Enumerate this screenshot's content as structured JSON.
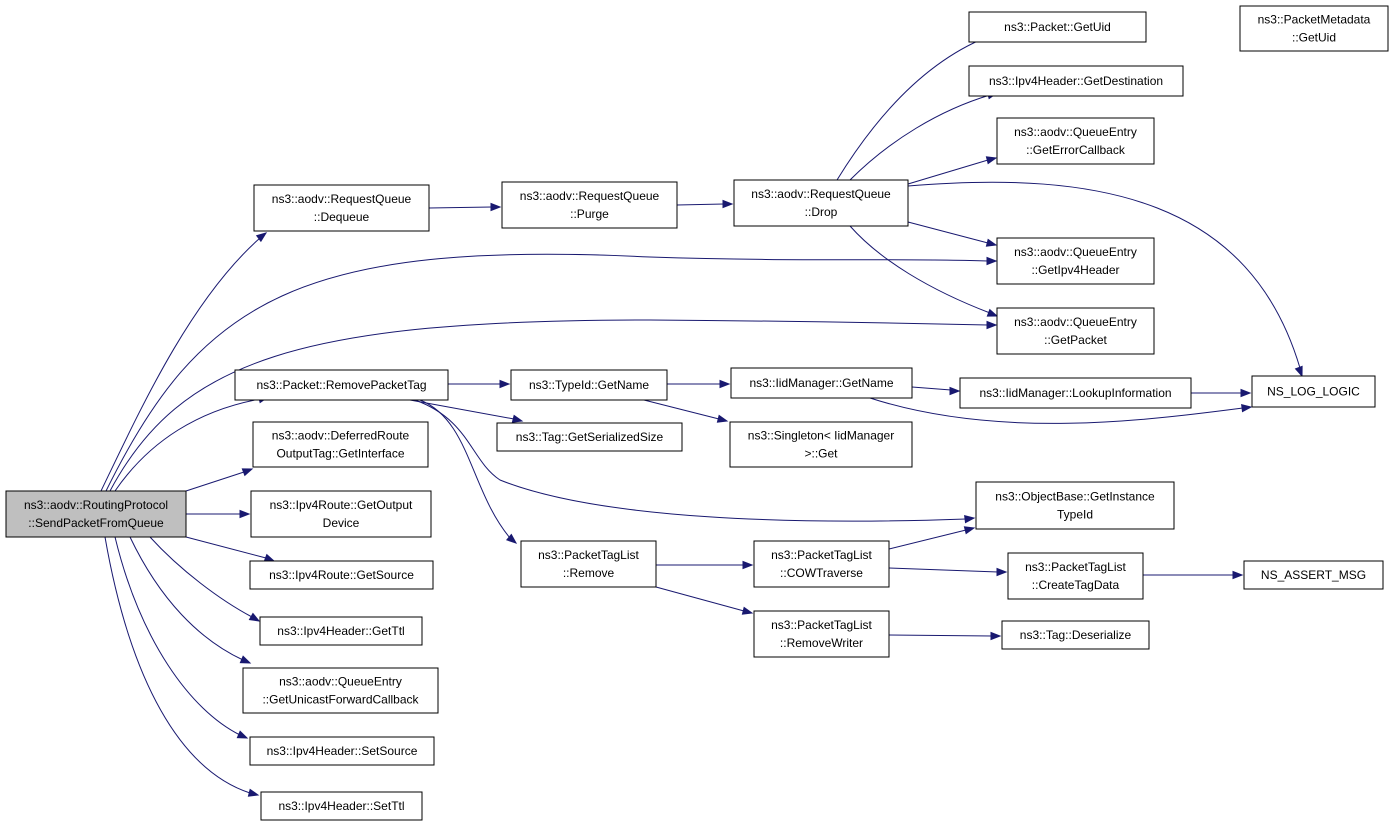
{
  "diagram": {
    "type": "call-graph",
    "colors": {
      "edge": "#191970",
      "node_border": "#000000",
      "root_fill": "#bfbfbf",
      "node_fill": "#ffffff"
    },
    "nodes": {
      "root": [
        "ns3::aodv::RoutingProtocol",
        "::SendPacketFromQueue"
      ],
      "rq_dequeue": [
        "ns3::aodv::RequestQueue",
        "::Dequeue"
      ],
      "rq_purge": [
        "ns3::aodv::RequestQueue",
        "::Purge"
      ],
      "rq_drop": [
        "ns3::aodv::RequestQueue",
        "::Drop"
      ],
      "pkt_getuid": [
        "ns3::Packet::GetUid"
      ],
      "pm_getuid": [
        "ns3::PacketMetadata",
        "::GetUid"
      ],
      "ipv4h_getdest": [
        "ns3::Ipv4Header::GetDestination"
      ],
      "qe_geterrcb": [
        "ns3::aodv::QueueEntry",
        "::GetErrorCallback"
      ],
      "qe_getipv4h": [
        "ns3::aodv::QueueEntry",
        "::GetIpv4Header"
      ],
      "qe_getpacket": [
        "ns3::aodv::QueueEntry",
        "::GetPacket"
      ],
      "ns_log_logic": [
        "NS_LOG_LOGIC"
      ],
      "pkt_removetag": [
        "ns3::Packet::RemovePacketTag"
      ],
      "typeid_getname": [
        "ns3::TypeId::GetName"
      ],
      "iid_getname": [
        "ns3::IidManager::GetName"
      ],
      "iid_lookup": [
        "ns3::IidManager::LookupInformation"
      ],
      "tag_getsersize": [
        "ns3::Tag::GetSerializedSize"
      ],
      "singleton_get": [
        "ns3::Singleton< IidManager",
        ">::Get"
      ],
      "drot_getif": [
        "ns3::aodv::DeferredRoute",
        "OutputTag::GetInterface"
      ],
      "objbase_getinst": [
        "ns3::ObjectBase::GetInstance",
        "TypeId"
      ],
      "route_getoutdev": [
        "ns3::Ipv4Route::GetOutput",
        "Device"
      ],
      "ptl_remove": [
        "ns3::PacketTagList",
        "::Remove"
      ],
      "ptl_cow": [
        "ns3::PacketTagList",
        "::COWTraverse"
      ],
      "ptl_createtag": [
        "ns3::PacketTagList",
        "::CreateTagData"
      ],
      "ns_assert_msg": [
        "NS_ASSERT_MSG"
      ],
      "route_getsource": [
        "ns3::Ipv4Route::GetSource"
      ],
      "ptl_removewriter": [
        "ns3::PacketTagList",
        "::RemoveWriter"
      ],
      "tag_deserialize": [
        "ns3::Tag::Deserialize"
      ],
      "ipv4h_getttl": [
        "ns3::Ipv4Header::GetTtl"
      ],
      "qe_getucfcb": [
        "ns3::aodv::QueueEntry",
        "::GetUnicastForwardCallback"
      ],
      "ipv4h_setsource": [
        "ns3::Ipv4Header::SetSource"
      ],
      "ipv4h_setttl": [
        "ns3::Ipv4Header::SetTtl"
      ]
    }
  }
}
